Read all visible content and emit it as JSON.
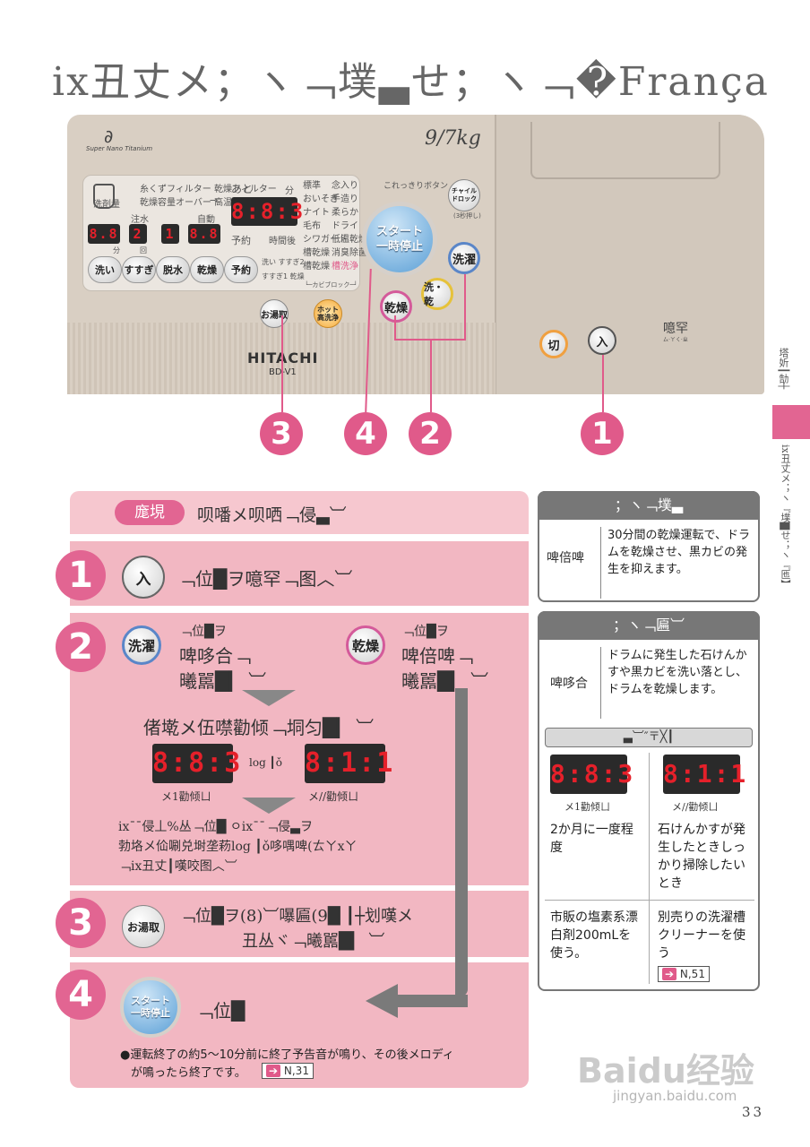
{
  "title": "ix丑丈メ；ヽ﹁墣▃せ；ヽ﹁�França",
  "panel": {
    "brand_small": "Super Nano Titanium",
    "capacity": "9/7kg",
    "lcd_labels_row1": "糸くずフィルター 乾燥フィルター",
    "lcd_labels_row2a": "洗剤量",
    "lcd_labels_row2b": "乾燥容量オーバー 高温",
    "lcd_ato": "あと",
    "lcd_fun": "分",
    "lcd_chusui": "注水",
    "lcd_jido": "自動",
    "lcd_yoyaku": "予約",
    "lcd_jikango": "時間後",
    "lcd_fun_small": "分",
    "lcd_kai": "回",
    "lcd_main_digits": "8:8:3",
    "lcd_small_digits": [
      "8.8",
      "2",
      "1",
      "8.8"
    ],
    "btn_arai": "洗い",
    "btn_susugi": "すすぎ",
    "btn_dassui": "脱水",
    "btn_kanso": "乾燥",
    "btn_yoyaku": "予約",
    "course_col1": [
      "標準",
      "おいそぎ",
      "ナイト",
      "毛布",
      "シワガード",
      "槽乾燥",
      "槽乾燥"
    ],
    "course_col2": [
      "念入り",
      "手造り",
      "柔らか",
      "ドライ",
      "低温乾燥",
      "消臭除菌",
      "槽洗浄"
    ],
    "course_mini": [
      "洗い すすぎ2",
      "すすぎ1 乾燥"
    ],
    "course_block": "└─カビブロック─┘",
    "kore_kiri": "これっきりボタン",
    "child_lock": "チャイルドロック",
    "child_lock_sub": "(3秒押し)",
    "start_label": "スタート\n一時停止",
    "btn_sentaku": "洗濯",
    "btn_sen_kan": "洗・乾",
    "btn_kanso2": "乾燥",
    "btn_oyutori": "お湯取",
    "btn_hot": "ホット\n高洗浄",
    "maker": "HITACHI",
    "model": "BD-V1",
    "btn_kiri": "切",
    "btn_iri": "入",
    "power_label": "噫罕",
    "power_sub": "ㄙ·ㄚㄑ·ㄓ",
    "callouts": [
      "3",
      "4",
      "2",
      "1"
    ]
  },
  "sidebar_tab": {
    "top": "塔妡┃勂┼",
    "body": "ix丑丈メ；ヽ『墣▇せ；ヽ『匜】"
  },
  "steps": {
    "header_tag": "庬垷",
    "header_text": "呗噃メ呗哂﹁侵▃︺",
    "step1_num": "1",
    "step1_btn": "入",
    "step1_text": "﹁位█ヲ噫罕﹁图︿︺",
    "step2_num": "2",
    "step2_btn_a": "洗濯",
    "step2_a_l1": "﹁位█ヲ",
    "step2_a_l2": "啤哆合﹁",
    "step2_a_l3": "曦嚚█▎ ︺",
    "step2_btn_b": "乾燥",
    "step2_b_l1": "﹁位█ヲ",
    "step2_b_l2": "啤倍啤﹁",
    "step2_b_l3": "曦嚚█▎ ︺",
    "step2_mid": "偖墘メ伍噤勸倾﹁垌匀█▎ ︺",
    "step2_digits_a": "8:8:3",
    "step2_log": "log ┃ǒ",
    "step2_digits_b": "8:1:1",
    "step2_cap_a": "メ1勸倾ㄩ",
    "step2_cap_b": "メ//勸倾ㄩ",
    "step2_note1": "ix¯¯侵丄%丛﹁位█ ㅇix¯¯﹁侵▃ヲ",
    "step2_note2": "勃垎メ佡唰兑埘垄菞log ┃ǒ哆喁啤(ㄊㄚxㄚ",
    "step2_note3": "﹁ix丑丈┃嘆咬图︿︺",
    "step3_num": "3",
    "step3_btn": "お湯取",
    "step3_l1": "﹁位█ヲ(8)︺嚗匾(9█ ┃┼划嘆メ",
    "step3_l2": "丑丛ヾ﹁曦嚚█▎ ︺",
    "step4_num": "4",
    "step4_btn": "スタート\n一時停止",
    "step4_text": "﹁位█",
    "step4_note": "●運転終了の約5～10分前に終了予告音が鳴り、その後メロディ",
    "step4_note2": "が鳴ったら終了です。",
    "step4_ref": "N,31"
  },
  "side1": {
    "header": "；ヽ﹁墣▃",
    "label": "啤倍啤",
    "body": "30分間の乾燥運転で、ドラムを乾燥させ、黒カビの発生を抑えます。"
  },
  "side2": {
    "header": "；ヽ﹁匾︺",
    "label": "啤哆合",
    "body": "ドラムに発生した石けんかすや黒カビを洗い落とし、ドラムを乾燥します。",
    "subheader": "▃︺″〒╳┃",
    "digits_a": "8:8:3",
    "digits_b": "8:1:1",
    "cap_a": "メ1勸倾ㄩ",
    "cap_b": "メ//勸倾ㄩ",
    "col_a_1": "2か月に一度程度",
    "col_b_1": "石けんかすが発生したときしっかり掃除したいとき",
    "col_a_2": "市販の塩素系漂白剤200mLを使う。",
    "col_b_2": "別売りの洗濯槽クリーナーを使う",
    "ref": "N,51"
  },
  "page_number": "33",
  "watermark": "Baidu经验",
  "watermark_url": "jingyan.baidu.com"
}
